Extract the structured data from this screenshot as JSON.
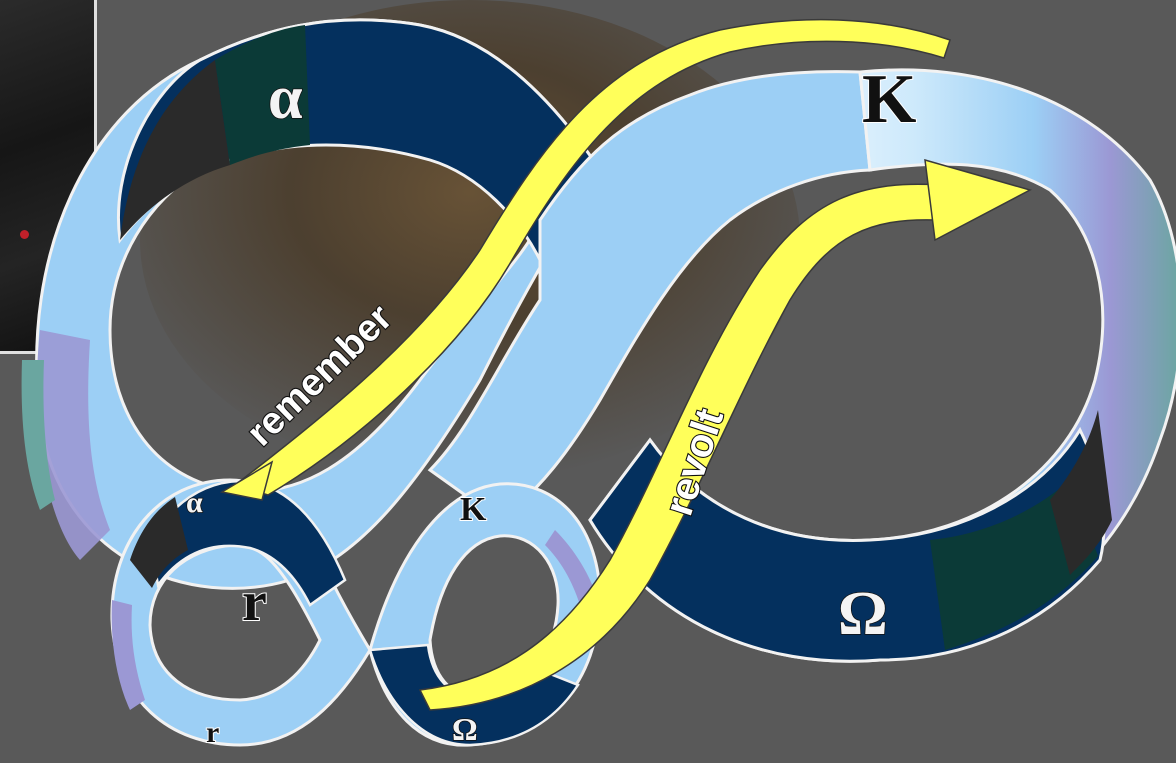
{
  "colors": {
    "page_background": "#595959",
    "swirl_background": "#4b3f31",
    "band_dark_navy": "#04305e",
    "band_dark_teal": "#0b3a37",
    "band_charcoal": "#2a2a2a",
    "band_light_blue": "#9ccff5",
    "band_pale_blue": "#cde9fb",
    "band_lavender": "#9b98d4",
    "band_teal": "#6aa6a0",
    "arrow_yellow": "#ffff5a",
    "outline_white": "#f2f2f2"
  },
  "large_loop": {
    "alpha": "α",
    "kappa": "K",
    "omega": "Ω"
  },
  "small_loop": {
    "alpha": "α",
    "kappa": "K",
    "r_top": "r",
    "r_bottom": "r",
    "omega": "Ω"
  },
  "arrows": {
    "remember": "remember",
    "revolt": "revolt"
  },
  "photo_thumbnail": {
    "icon": "photo-thumbnail-icon"
  }
}
